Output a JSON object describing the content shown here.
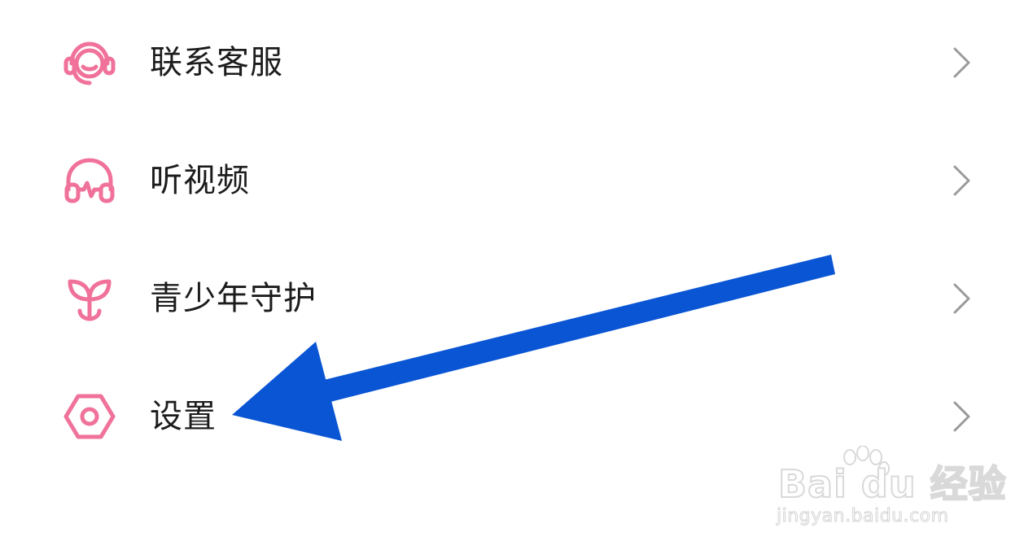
{
  "menu": {
    "accent_color": "#f0729a",
    "items": [
      {
        "label": "联系客服",
        "icon": "headset-icon"
      },
      {
        "label": "听视频",
        "icon": "headphones-icon"
      },
      {
        "label": "青少年守护",
        "icon": "sprout-icon"
      },
      {
        "label": "设置",
        "icon": "settings-hexagon-icon"
      }
    ]
  },
  "annotation": {
    "arrow_color": "#0a55d4"
  },
  "watermark": {
    "brand_text": "Bai du 经验",
    "url_text": "jingyan.baidu.com"
  }
}
